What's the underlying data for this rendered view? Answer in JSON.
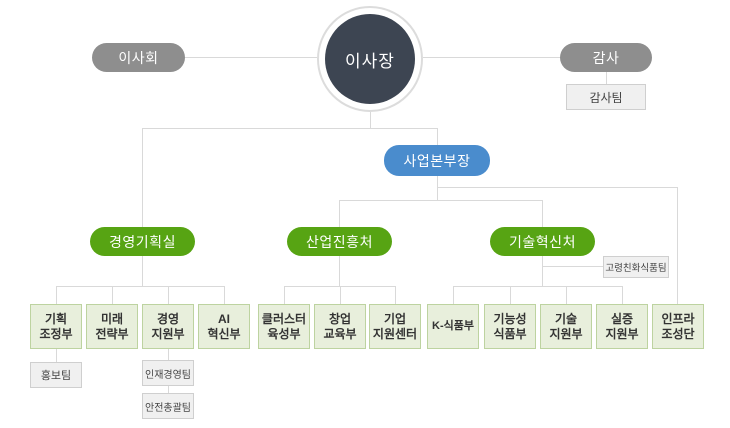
{
  "chart": {
    "type": "org-chart",
    "board": "이사회",
    "chairman": "이사장",
    "auditor": "감사",
    "audit_team": "감사팀",
    "business_head": "사업본부장",
    "offices": {
      "planning": "경영기획실",
      "industry": "산업진흥처",
      "tech": "기술혁신처"
    },
    "special_team": "고령친화식품팀",
    "departments": {
      "planning_coord": "기획\n조정부",
      "future_strategy": "미래\n전략부",
      "mgmt_support": "경영\n지원부",
      "ai_innovation": "AI\n혁신부",
      "cluster": "클러스터\n육성부",
      "startup_edu": "창업\n교육부",
      "biz_center": "기업\n지원센터",
      "k_food": "K-식품부",
      "functional_food": "기능성\n식품부",
      "tech_support": "기술\n지원부",
      "validation": "실증\n지원부",
      "infra": "인프라\n조성단"
    },
    "teams": {
      "pr": "홍보팀",
      "hr": "인재경영팀",
      "safety": "안전총괄팀"
    },
    "colors": {
      "executive_gray": "#8e8e8e",
      "chairman_dark": "#3d4552",
      "head_blue": "#4a8ccd",
      "office_green": "#57a413",
      "dept_fill": "#e8efdc",
      "dept_border": "#bdd3a0",
      "team_fill": "#f0f0f0",
      "team_border": "#cfcfcf",
      "line": "#d9d9d9"
    }
  }
}
